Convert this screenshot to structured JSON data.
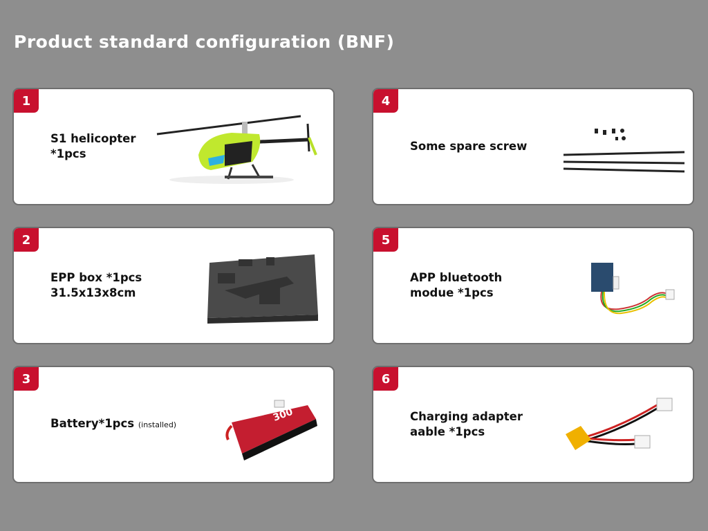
{
  "title": "Product standard configuration (BNF)",
  "items": [
    {
      "number": "1",
      "line1": "S1 helicopter",
      "line2": "*1pcs",
      "icon": "helicopter"
    },
    {
      "number": "2",
      "line1": "EPP box *1pcs",
      "line2": "31.5x13x8cm",
      "icon": "foam-box"
    },
    {
      "number": "3",
      "line1": "Battery*1pcs",
      "note": "(installed)",
      "icon": "battery",
      "battery_text": "300"
    },
    {
      "number": "4",
      "line1": "Some spare screw",
      "icon": "screws-and-ties"
    },
    {
      "number": "5",
      "line1": "APP bluetooth",
      "line2": "modue *1pcs",
      "icon": "bluetooth-module"
    },
    {
      "number": "6",
      "line1": "Charging adapter",
      "line2": "aable *1pcs",
      "icon": "charging-adapter"
    }
  ],
  "colors": {
    "badge": "#c8102e",
    "background": "#8e8e8e"
  }
}
